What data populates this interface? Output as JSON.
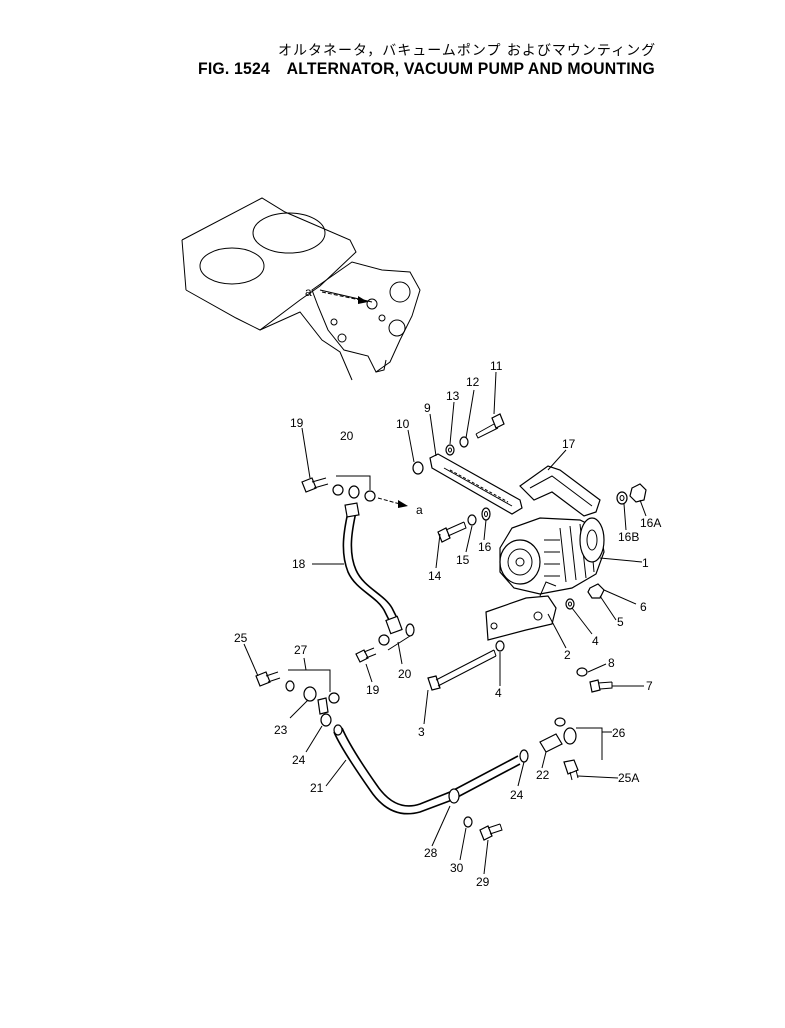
{
  "title": {
    "japanese": "オルタネータ，バキュームポンプ およびマウンティング",
    "fig_number": "FIG. 1524",
    "english": "ALTERNATOR, VACUUM PUMP AND MOUNTING"
  },
  "reference_letter": "a",
  "part_labels": [
    "1",
    "2",
    "3",
    "4",
    "5",
    "6",
    "7",
    "8",
    "9",
    "10",
    "11",
    "12",
    "13",
    "14",
    "15",
    "16",
    "16A",
    "16B",
    "17",
    "18",
    "19",
    "20",
    "21",
    "22",
    "23",
    "24",
    "25",
    "25A",
    "26",
    "27",
    "28",
    "29",
    "30"
  ]
}
